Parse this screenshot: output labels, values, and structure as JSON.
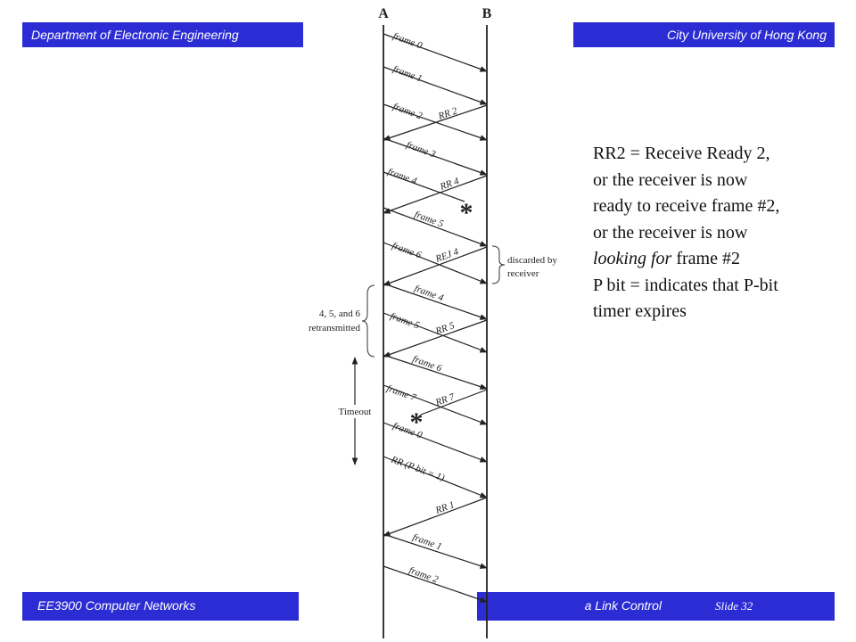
{
  "header": {
    "left": "Department of Electronic Engineering",
    "right": "City University of Hong Kong"
  },
  "footer": {
    "course": "EE3900 Computer Networks",
    "topic_fragment": "a Link Control",
    "slide": "Slide 32"
  },
  "colors": {
    "bar_background": "#2c2cd4",
    "bar_text": "#ffffff"
  },
  "diagram": {
    "station_a": "A",
    "station_b": "B",
    "frames_a_to_b": [
      "frame 0",
      "frame 1",
      "frame 2",
      "frame 3",
      "frame 4",
      "frame 5",
      "frame 6",
      "frame 4",
      "frame 5",
      "frame 6",
      "frame 7",
      "frame 0",
      "RR (P bit = 1)",
      "frame 1",
      "frame 2"
    ],
    "responses_b_to_a": [
      "RR 2",
      "RR 4",
      "REJ 4",
      "RR 5",
      "RR 7",
      "RR 1"
    ],
    "error_marks": [
      "*",
      "*"
    ],
    "annotations": {
      "discarded": [
        "discarded by",
        "receiver"
      ],
      "retransmitted": [
        "4, 5, and 6",
        "retransmitted"
      ],
      "timeout": "Timeout"
    }
  },
  "note": {
    "lines": [
      {
        "pre": "RR2 = Receive Ready 2,",
        "em": "",
        "post": ""
      },
      {
        "pre": "or the receiver is now",
        "em": "",
        "post": ""
      },
      {
        "pre": "ready to receive frame #2,",
        "em": "",
        "post": ""
      },
      {
        "pre": "or the receiver is now",
        "em": "",
        "post": ""
      },
      {
        "pre": "",
        "em": "looking for",
        "post": " frame #2"
      },
      {
        "pre": "P bit = indicates that P-bit",
        "em": "",
        "post": ""
      },
      {
        "pre": "timer expires",
        "em": "",
        "post": ""
      }
    ]
  }
}
